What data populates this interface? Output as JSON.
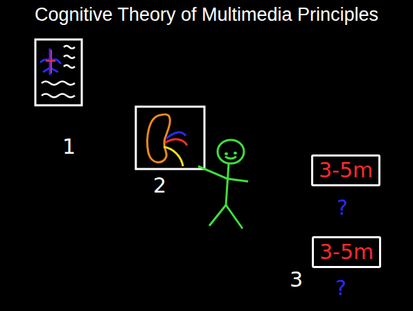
{
  "diagram": {
    "title": "Cognitive Theory of Multimedia Principles",
    "nodes": [
      {
        "text": [
          "3-5m"
        ]
      },
      {
        "text": [
          "3-5m"
        ]
      }
    ],
    "labels": [
      "1",
      "2",
      "?",
      "?",
      "3"
    ]
  }
}
